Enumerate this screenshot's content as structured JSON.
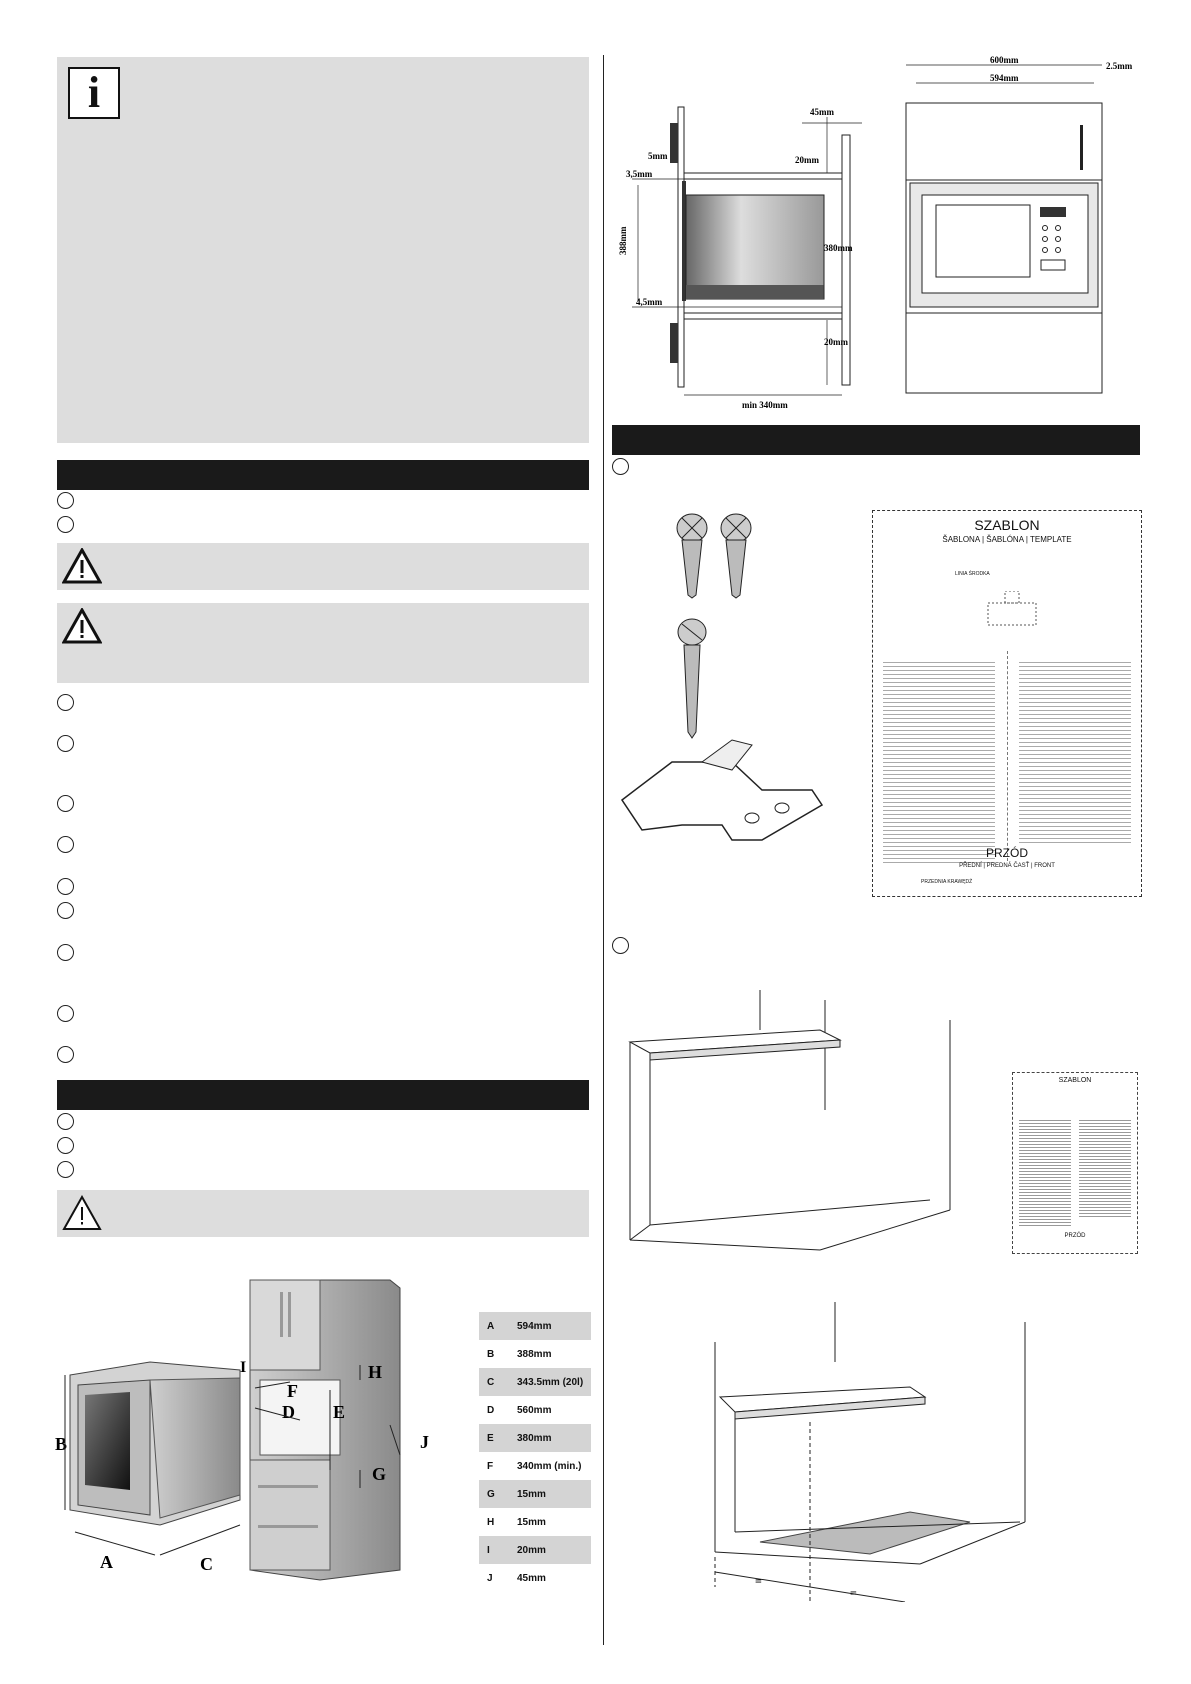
{
  "dimensions_table": [
    {
      "key": "A",
      "value": "594mm"
    },
    {
      "key": "B",
      "value": "388mm"
    },
    {
      "key": "C",
      "value": "343.5mm (20l)"
    },
    {
      "key": "D",
      "value": "560mm"
    },
    {
      "key": "E",
      "value": "380mm"
    },
    {
      "key": "F",
      "value": "340mm (min.)"
    },
    {
      "key": "G",
      "value": "15mm"
    },
    {
      "key": "H",
      "value": "15mm"
    },
    {
      "key": "I",
      "value": "20mm"
    },
    {
      "key": "J",
      "value": "45mm"
    }
  ],
  "figure_letters": {
    "A": "A",
    "B": "B",
    "C": "C",
    "D": "D",
    "E": "E",
    "F": "F",
    "G": "G",
    "H": "H",
    "I": "I",
    "J": "J"
  },
  "side_diagram": {
    "d45": "45mm",
    "d5": "5mm",
    "d20a": "20mm",
    "d35": "3,5mm",
    "d388": "388mm",
    "d380": "380mm",
    "d45b": "4,5mm",
    "d20b": "20mm",
    "dmin340": "min 340mm"
  },
  "front_diagram": {
    "d600": "600mm",
    "d594": "594mm",
    "d25": "2.5mm"
  },
  "template": {
    "title": "SZABLON",
    "subtitle": "ŠABLONA | ŠABLÓNA | TEMPLATE",
    "center_line": "LINIA ŚRODKA",
    "front": "PRZÓD",
    "front_sub": "PŘEDNÍ | PREDNÁ ČASŤ | FRONT",
    "edge_label": "PRZEDNIA KRAWĘDŹ"
  },
  "bottom_marks": {
    "eq1": "=",
    "eq2": "="
  }
}
